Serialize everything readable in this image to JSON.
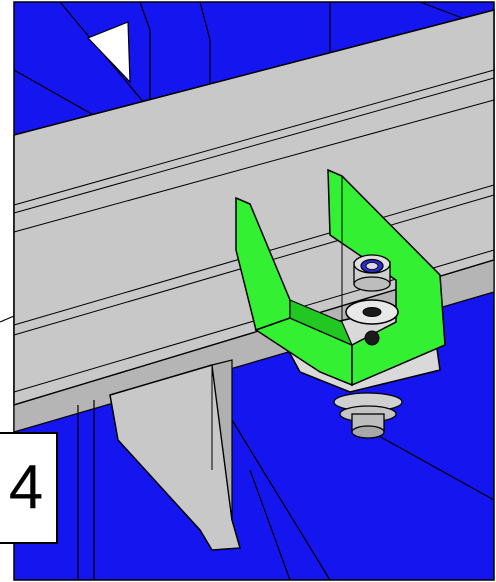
{
  "step": {
    "number": "4"
  },
  "colors": {
    "background": "#1515f0",
    "background_dark": "#0d0dc8",
    "steel_beam": "#c8c8c8",
    "steel_beam_light": "#d9d9d9",
    "bracket": "#33f033",
    "bracket_dark": "#22c822",
    "outline": "#000000",
    "nut_ring": "#2a2ad0"
  },
  "parts": [
    {
      "name": "steel-beam",
      "color_key": "steel_beam"
    },
    {
      "name": "u-bracket",
      "color_key": "bracket"
    },
    {
      "name": "bolt-assembly",
      "color_key": "steel_beam"
    },
    {
      "name": "support-post",
      "color_key": "steel_beam"
    }
  ]
}
